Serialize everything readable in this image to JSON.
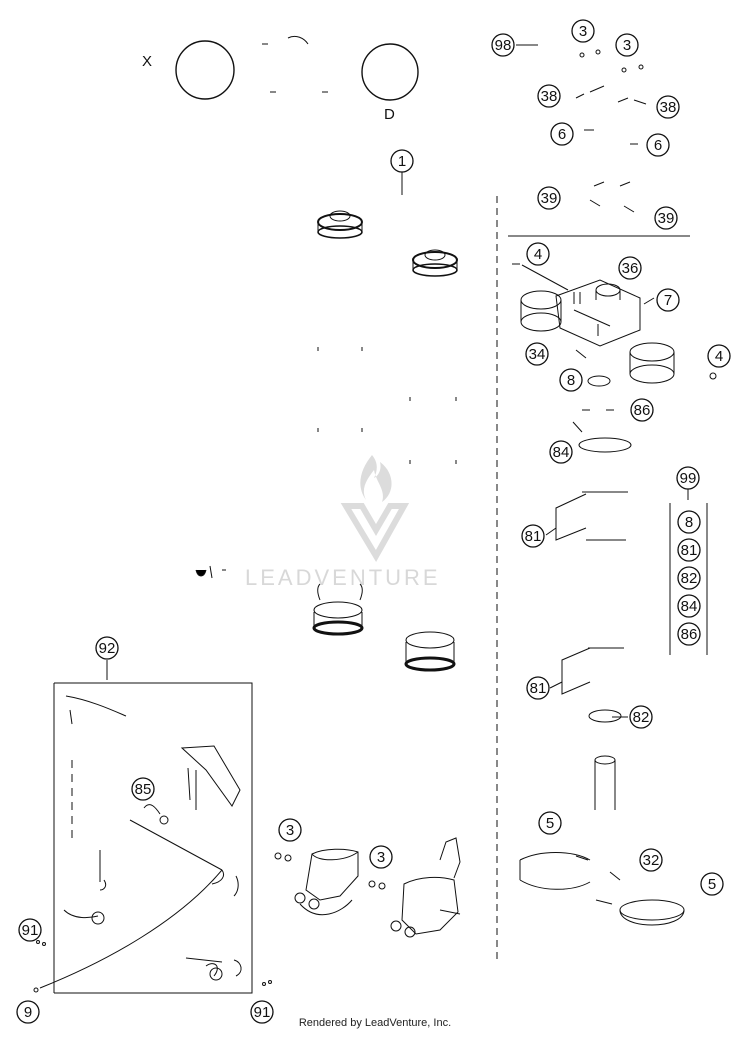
{
  "labels": {
    "top_x": "X",
    "top_d": "D"
  },
  "callouts": {
    "c1": "1",
    "c3a": "3",
    "c3b": "3",
    "c3c": "3",
    "c3d": "3",
    "c4a": "4",
    "c4b": "4",
    "c5a": "5",
    "c5b": "5",
    "c6a": "6",
    "c6b": "6",
    "c7": "7",
    "c8a": "8",
    "c8b": "8",
    "c9": "9",
    "c32": "32",
    "c34": "34",
    "c36": "36",
    "c38a": "38",
    "c38b": "38",
    "c39a": "39",
    "c39b": "39",
    "c81a": "81",
    "c81b": "81",
    "c81c": "81",
    "c82a": "82",
    "c82b": "82",
    "c84a": "84",
    "c84b": "84",
    "c85": "85",
    "c86a": "86",
    "c86b": "86",
    "c91a": "91",
    "c91b": "91",
    "c92": "92",
    "c98": "98",
    "c99": "99"
  },
  "watermark": "LEADVENTURE",
  "footer": "Rendered by LeadVenture, Inc.",
  "colors": {
    "line": "#111111",
    "watermark": "#d8d8d8"
  }
}
